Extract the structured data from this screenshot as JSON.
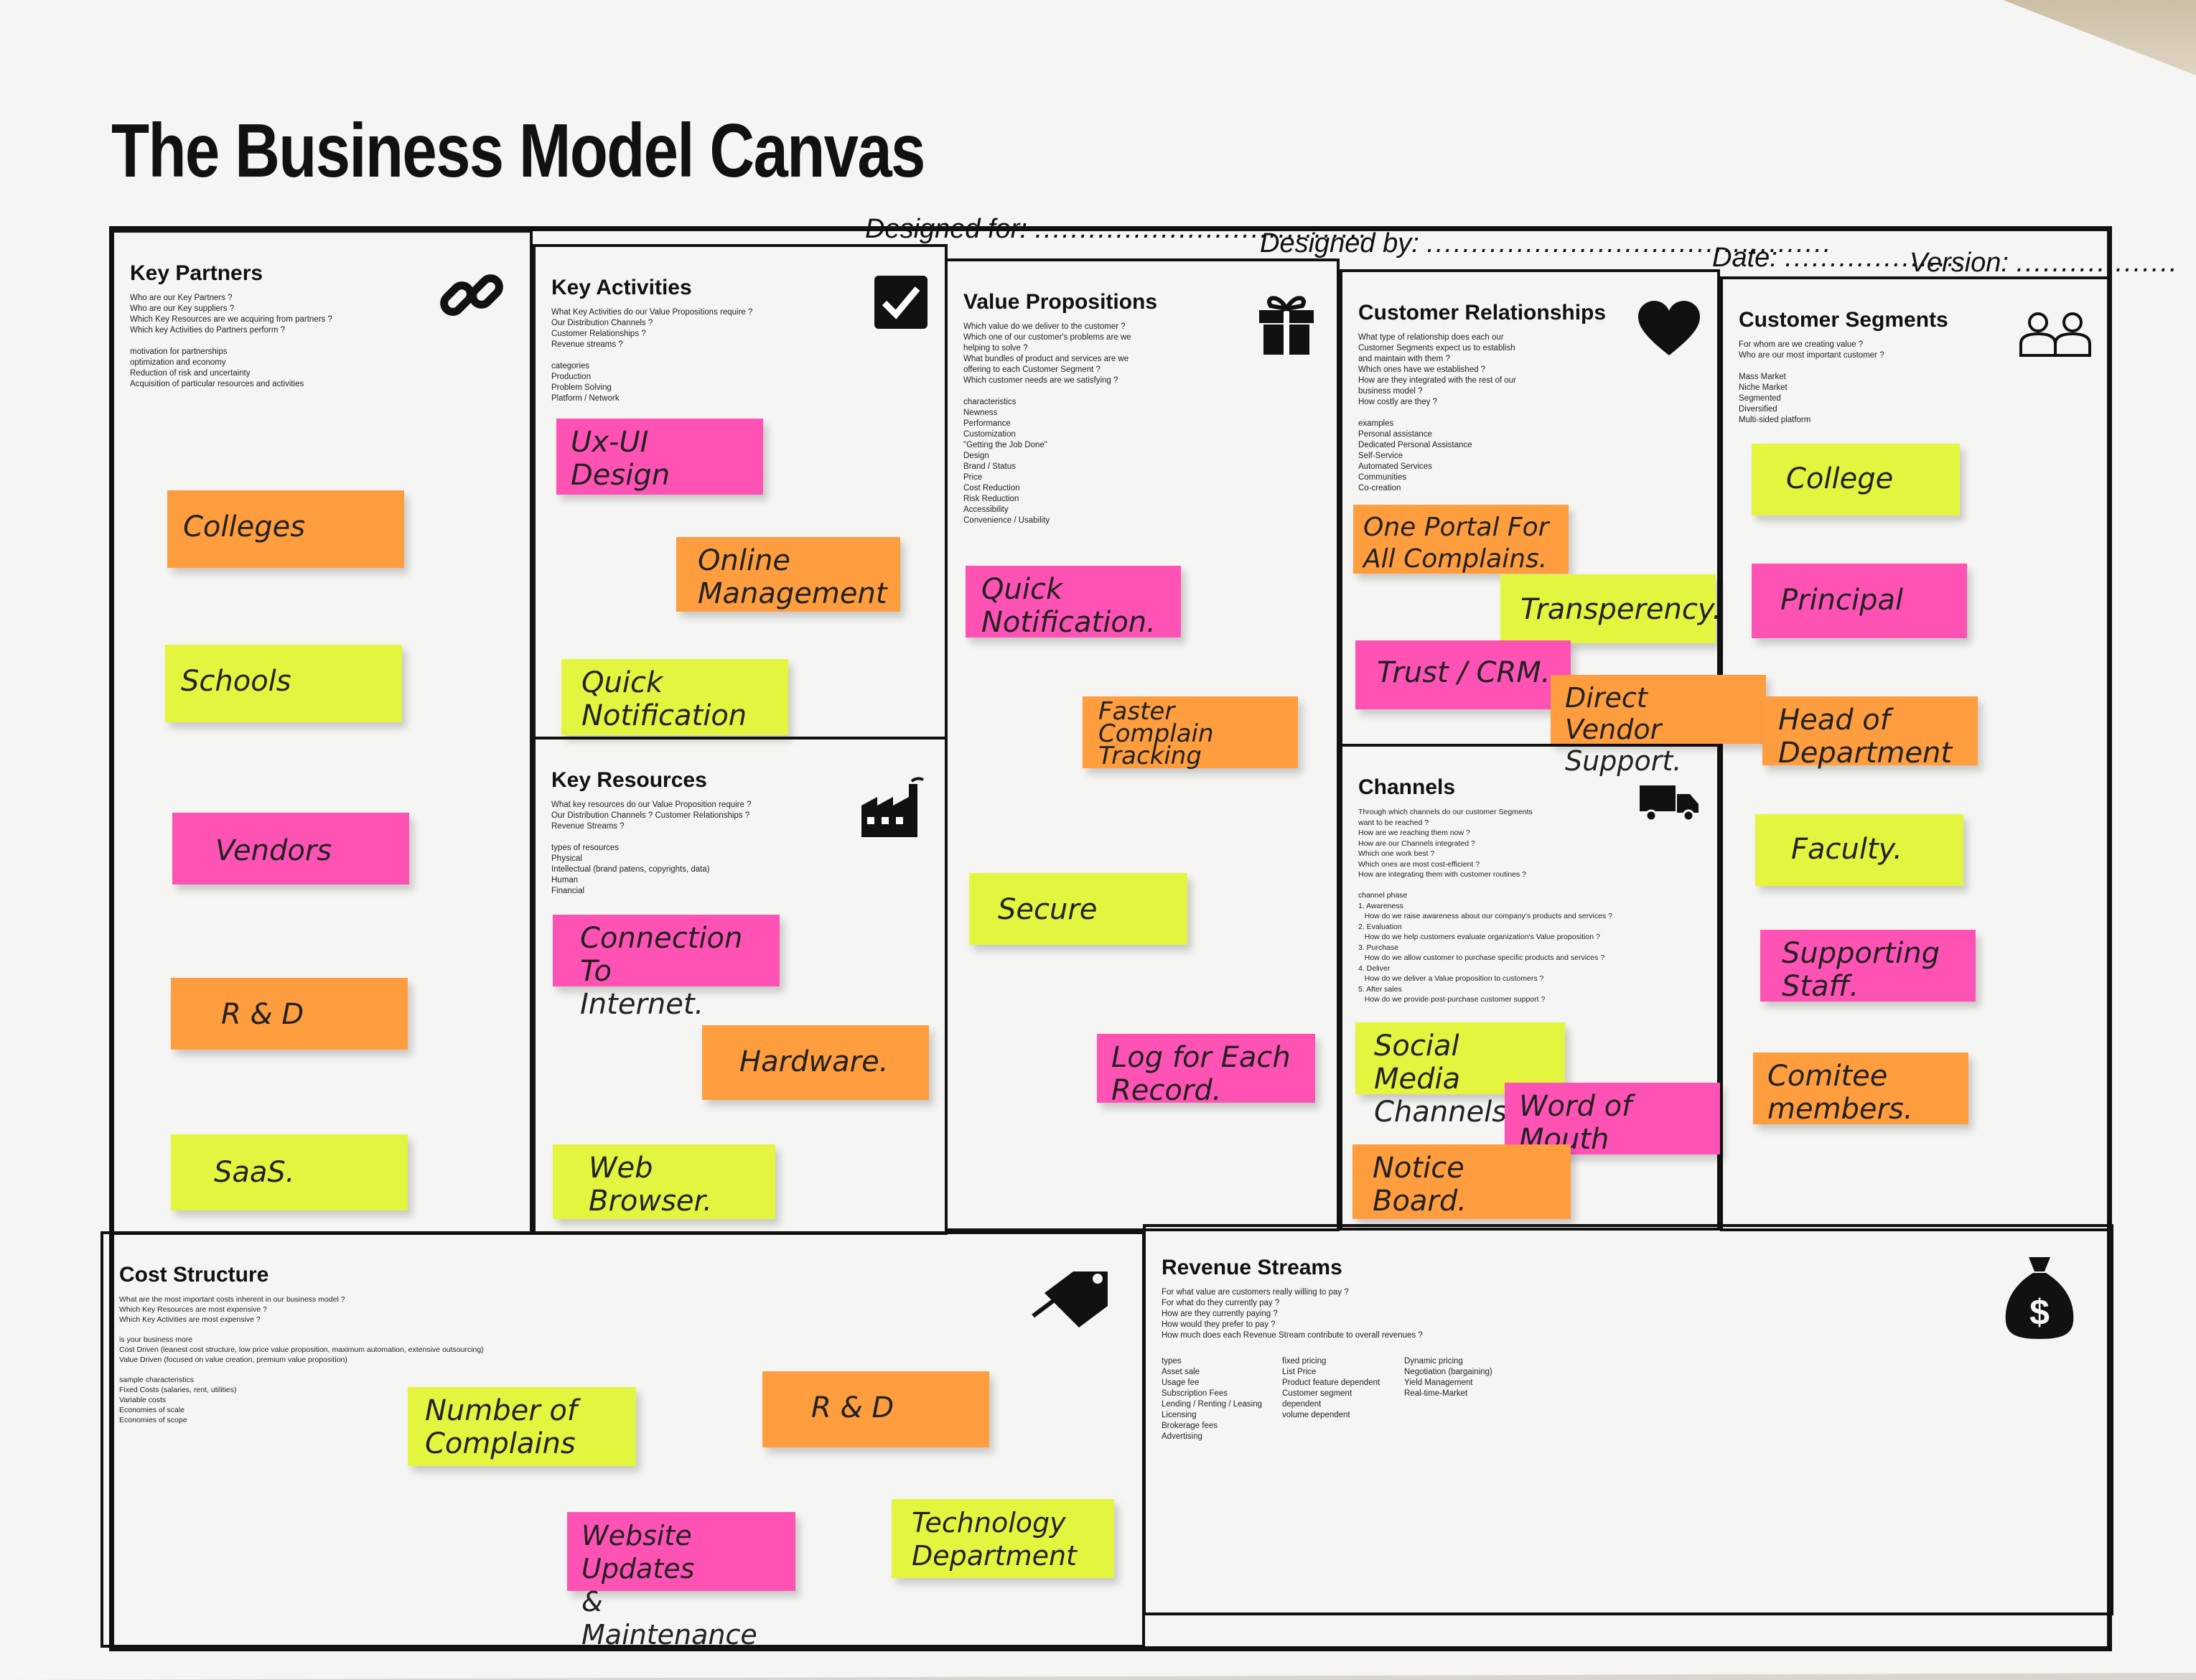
{
  "title": "The Business Model Canvas",
  "meta": {
    "designed_for": "Designed for:",
    "designed_by": "Designed by:",
    "date": "Date:",
    "version": "Version:"
  },
  "blocks": {
    "key_partners": {
      "title": "Key Partners",
      "icon": "link-icon",
      "prompts": "Who are our Key Partners ?\nWho are our Key suppliers ?\nWhich Key Resources are we acquiring from partners ?\nWhich key Activities do Partners perform ?\n\nmotivation for partnerships\noptimization and economy\nReduction of risk and uncertainty\nAcquisition of particular resources and activities"
    },
    "key_activities": {
      "title": "Key Activities",
      "icon": "checkbox-icon",
      "prompts": "What Key Activities do our Value Propositions require ?\nOur Distribution Channels ?\nCustomer Relationships ?\nRevenue streams ?\n\ncategories\nProduction\nProblem Solving\nPlatform / Network"
    },
    "key_resources": {
      "title": "Key Resources",
      "icon": "factory-icon",
      "prompts": "What key resources do our Value Proposition require ?\nOur Distribution Channels ? Customer Relationships ?\nRevenue Streams ?\n\ntypes of resources\nPhysical\nIntellectual (brand patens, copyrights, data)\nHuman\nFinancial"
    },
    "value_propositions": {
      "title": "Value Propositions",
      "icon": "gift-icon",
      "prompts": "Which value do we deliver to the customer ?\nWhich one of our customer's problems are we\nhelping to solve ?\nWhat bundles of product and services are we\noffering to each Customer Segment ?\nWhich customer needs are we satisfying ?\n\ncharacteristics\nNewness\nPerformance\nCustomization\n\"Getting the Job Done\"\nDesign\nBrand / Status\nPrice\nCost Reduction\nRisk Reduction\nAccessibility\nConvenience / Usability"
    },
    "customer_relationships": {
      "title": "Customer Relationships",
      "icon": "heart-icon",
      "prompts": "What type of relationship does each our\nCustomer Segments expect us to establish\nand maintain with them ?\nWhich ones have we established ?\nHow are they integrated with the rest of our\nbusiness model ?\nHow costly are they ?\n\nexamples\nPersonal assistance\nDedicated Personal Assistance\nSelf-Service\nAutomated Services\nCommunities\nCo-creation"
    },
    "channels": {
      "title": "Channels",
      "icon": "truck-icon",
      "prompts": "Through which channels do our customer Segments\nwant to be reached ?\nHow are we reaching them now ?\nHow are our Channels integrated ?\nWhich one work best ?\nWhich ones are most cost-efficient ?\nHow are integrating them with customer routines ?\n\nchannel phase\n1. Awareness\n   How do we raise awareness about our company's products and services ?\n2. Evaluation\n   How do we help customers evaluate organization's Value proposition ?\n3. Purchase\n   How do we allow customer to purchase specific products and services ?\n4. Deliver\n   How do we deliver a Value proposition to customers ?\n5. After sales\n   How do we provide post-purchase customer support ?"
    },
    "customer_segments": {
      "title": "Customer Segments",
      "icon": "users-icon",
      "prompts": "For whom are we creating value ?\nWho are our most important customer ?\n\nMass Market\nNiche Market\nSegmented\nDiversified\nMulti-sided platform"
    },
    "cost_structure": {
      "title": "Cost Structure",
      "icon": "price-tag-icon",
      "prompts": "What are the most important costs inherent in our business model ?\nWhich Key Resources are most expensive ?\nWhich Key Activities are most expensive ?\n\nis your business more\nCost Driven (leanest cost structure, low price value proposition, maximum automation, extensive outsourcing)\nValue Driven (focused on value creation, premium value proposition)\n\nsample characteristics\nFixed Costs (salaries, rent, utilities)\nVariable costs\nEconomies of scale\nEconomies of scope"
    },
    "revenue_streams": {
      "title": "Revenue Streams",
      "icon": "money-bag-icon",
      "prompts": "For what value are customers really willing to pay ?\nFor what do they currently pay ?\nHow are they currently paying ?\nHow would they prefer to pay ?\nHow much does each Revenue Stream contribute to overall revenues ?",
      "col1": "types\nAsset sale\nUsage fee\nSubscription Fees\nLending / Renting / Leasing\nLicensing\nBrokerage fees\nAdvertising",
      "col2": "fixed pricing\nList Price\nProduct feature dependent\nCustomer segment\ndependent\nvolume dependent",
      "col3": "Dynamic pricing\nNegotiation (bargaining)\nYield Management\nReal-time-Market"
    }
  },
  "notes": {
    "kp1": "Colleges",
    "kp2": "Schools",
    "kp3": "Vendors",
    "kp4": "R & D",
    "kp5": "SaaS.",
    "ka1": "Ux-UI\nDesign",
    "ka2": "Online\nManagement",
    "ka3": "Quick\nNotification",
    "kr1": "Connection To\nInternet.",
    "kr2": "Hardware.",
    "kr3": "Web\nBrowser.",
    "vp1": "Quick\nNotification.",
    "vp2": "Faster\nComplain\nTracking",
    "vp3": "Secure",
    "vp4": "Log for Each\nRecord.",
    "cr1": "One Portal For\nAll Complains.",
    "cr2": "Transperency.",
    "cr3": "Trust / CRM.",
    "cr4": "Direct Vendor\nSupport.",
    "ch1": "Social Media\nChannels.",
    "ch2": "Word of\nMouth",
    "ch3": "Notice\nBoard.",
    "cs1": "College",
    "cs2": "Principal",
    "cs3": "Head of\nDepartment",
    "cs4": "Faculty.",
    "cs5": "Supporting\nStaff.",
    "cs6": "Comitee\nmembers.",
    "co1": "Number of\nComplains",
    "co2": "R & D",
    "co3": "Website Updates\n& Maintenance",
    "co4": "Technology\nDepartment"
  },
  "colors": {
    "yellow": "#e4f53f",
    "orange": "#ff9d3f",
    "pink": "#ff52b5"
  }
}
